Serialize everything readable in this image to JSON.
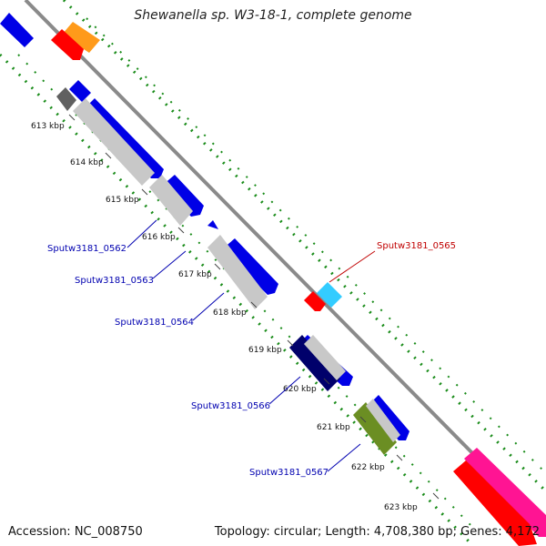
{
  "header": {
    "title": "Shewanella sp. W3-18-1, complete genome"
  },
  "footer": {
    "accession": "Accession: NC_008750",
    "summary": "Topology: circular; Length: 4,708,380 bp; Genes: 4,172"
  },
  "ticks": [
    {
      "label": "613 kbp"
    },
    {
      "label": "614 kbp"
    },
    {
      "label": "615 kbp"
    },
    {
      "label": "616 kbp"
    },
    {
      "label": "617 kbp"
    },
    {
      "label": "618 kbp"
    },
    {
      "label": "619 kbp"
    },
    {
      "label": "620 kbp"
    },
    {
      "label": "621 kbp"
    },
    {
      "label": "622 kbp"
    },
    {
      "label": "623 kbp"
    }
  ],
  "gene_labels": [
    {
      "label": "Sputw3181_0562",
      "color": "#0000b0"
    },
    {
      "label": "Sputw3181_0563",
      "color": "#0000b0"
    },
    {
      "label": "Sputw3181_0564",
      "color": "#0000b0"
    },
    {
      "label": "Sputw3181_0565",
      "color": "#c00000"
    },
    {
      "label": "Sputw3181_0566",
      "color": "#0000b0"
    },
    {
      "label": "Sputw3181_0567",
      "color": "#0000b0"
    }
  ],
  "colors": {
    "cds_blue": "#0000e6",
    "gene_gray": "#c8c8c8",
    "rna_red": "#ff0000",
    "orange": "#ff9a1a",
    "cyan": "#33ccff",
    "olive": "#6b8e23",
    "navy": "#00006b",
    "magenta": "#ff1493",
    "backbone": "#8a8a8a",
    "gc_dots": "#1a8c1a"
  }
}
